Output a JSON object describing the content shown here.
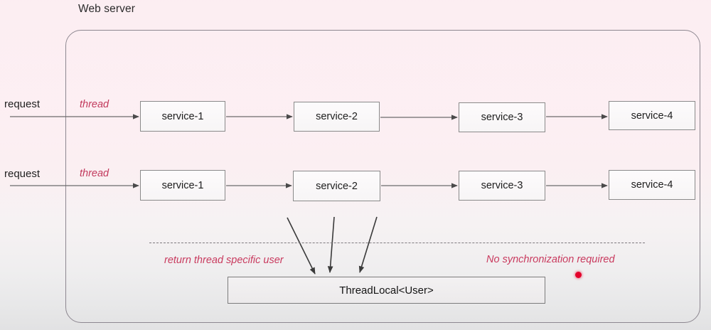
{
  "diagram": {
    "title": "Web server",
    "type": "thread-local-architecture-diagram"
  },
  "rows": [
    {
      "id": "row-1",
      "request_label": "request",
      "thread_label": "thread",
      "services": [
        "service-1",
        "service-2",
        "service-3",
        "service-4"
      ]
    },
    {
      "id": "row-2",
      "request_label": "request",
      "thread_label": "thread",
      "services": [
        "service-1",
        "service-2",
        "service-3",
        "service-4"
      ]
    }
  ],
  "threadlocal": {
    "label": "ThreadLocal<User>"
  },
  "annotations": {
    "left": "return thread specific user",
    "right": "No synchronization required"
  },
  "pointer": {
    "name": "laser-dot",
    "color": "#e4002b"
  },
  "colors": {
    "accent_red": "#c93a5e",
    "box_border": "#8a8a8a",
    "container_border": "#8d8790",
    "text": "#1d1d1d",
    "background_top": "#fdf4f7",
    "background_bottom": "#e2e2e3"
  }
}
